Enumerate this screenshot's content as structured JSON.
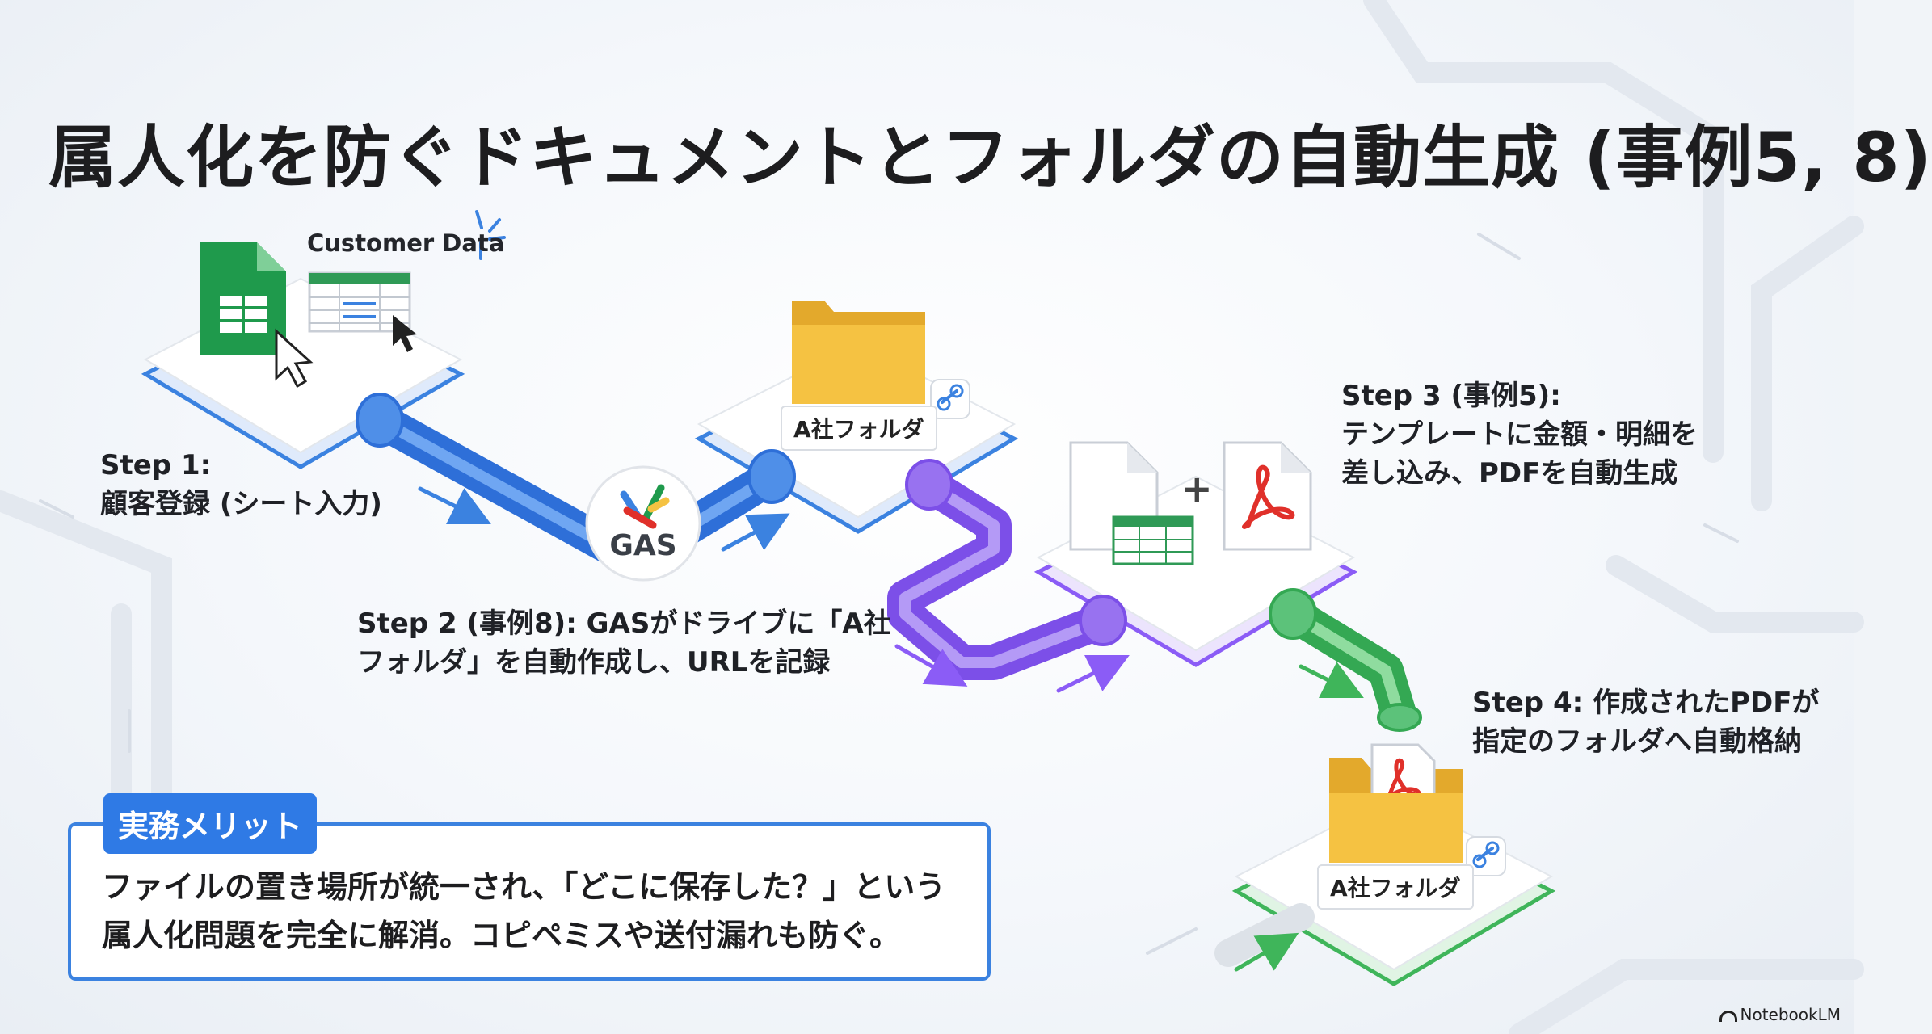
{
  "title": "属人化を防ぐドキュメントとフォルダの自動生成 (事例5, 8)",
  "steps": {
    "step1": {
      "line1": "Step 1:",
      "line2": "顧客登録 (シート入力)"
    },
    "step2": {
      "line1": "Step 2 (事例8): GASがドライブに「A社",
      "line2": "フォルダ」を自動作成し、URLを記録"
    },
    "step3": {
      "line1": "Step 3 (事例5):",
      "line2": "テンプレートに金額・明細を",
      "line3": "差し込み、PDFを自動生成"
    },
    "step4": {
      "line1": "Step 4: 作成されたPDFが",
      "line2": "指定のフォルダへ自動格納"
    }
  },
  "customer_data_label": "Customer Data",
  "gas_label": "GAS",
  "folder_label_1": "A社フォルダ",
  "folder_label_2": "A社フォルダ",
  "plus_sign": "+",
  "merit": {
    "tag": "実務メリット",
    "line1": "ファイルの置き場所が統一され、「どこに保存した？」という",
    "line2": "属人化問題を完全に解消。コピペミスや送付漏れも防ぐ。"
  },
  "brand": "NotebookLM",
  "colors": {
    "blue": "#3b82e0",
    "purple": "#8b5cf6",
    "green": "#3fb55a",
    "sheets_green": "#1f9a4c",
    "folder_yellow": "#f5c242",
    "pdf_red": "#e0302a"
  },
  "icons": [
    "google-sheets-icon",
    "cursor-icon",
    "spreadsheet-thumbnail-icon",
    "folder-icon",
    "link-icon",
    "gas-logo-icon",
    "document-icon",
    "pdf-icon",
    "arrow-icon"
  ]
}
